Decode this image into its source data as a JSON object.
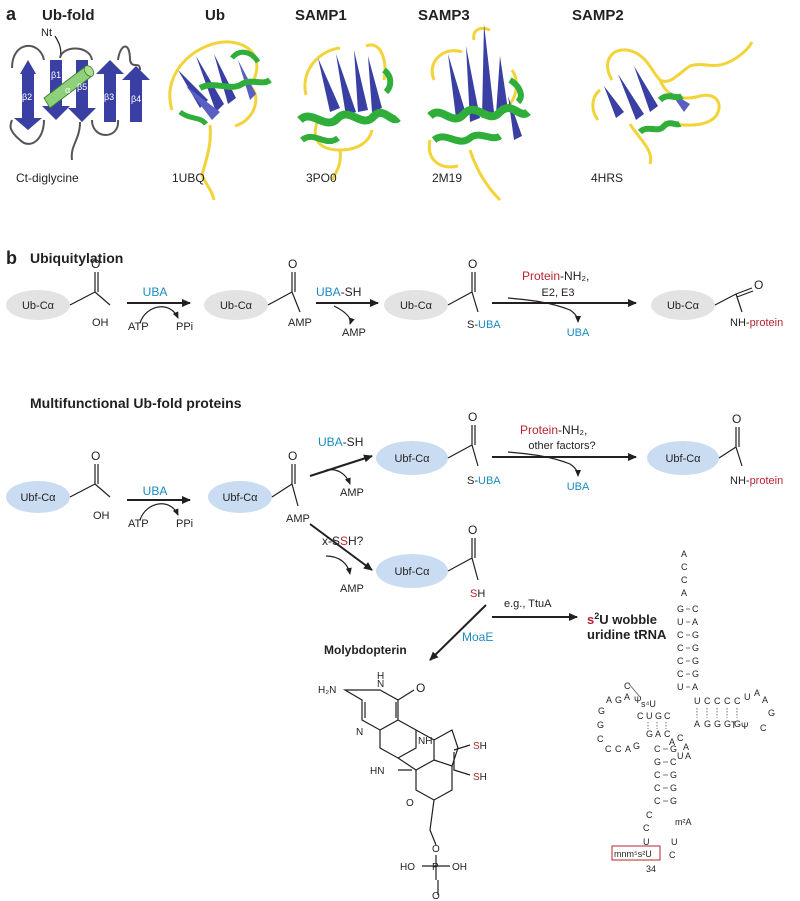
{
  "panel_a": {
    "label": "a",
    "ubfold": {
      "title": "Ub-fold",
      "nt": "Nt",
      "ct": "Ct-diglycine",
      "strands": [
        "β2",
        "β1",
        "β5",
        "β3",
        "β4"
      ],
      "alpha": "α"
    },
    "structures": [
      {
        "title": "Ub",
        "pdb": "1UBQ"
      },
      {
        "title": "SAMP1",
        "pdb": "3PO0"
      },
      {
        "title": "SAMP3",
        "pdb": "2M19"
      },
      {
        "title": "SAMP2",
        "pdb": "4HRS"
      }
    ],
    "colors": {
      "strand": "#3a3fa4",
      "helix": "#2fae3a",
      "loop": "#f2d33a",
      "cylinder": "#8fd07a"
    }
  },
  "panel_b": {
    "label": "b",
    "ubiquitylation": {
      "title": "Ubiquitylation",
      "node1": {
        "oval": "Ub-Cα",
        "o": "O",
        "oh": "OH"
      },
      "step1": {
        "enzyme": "UBA",
        "in": "ATP",
        "out": "PPi"
      },
      "node2": {
        "oval": "Ub-Cα",
        "o": "O",
        "sub": "AMP"
      },
      "step2": {
        "enzyme": "UBA",
        "enzyme_suffix": "-SH",
        "out": "AMP"
      },
      "node3": {
        "oval": "Ub-Cα",
        "o": "O",
        "s_prefix": "S-",
        "s_enzyme": "UBA"
      },
      "step3": {
        "reagent": "Protein",
        "reagent_suffix": "-NH₂,",
        "cofactors": "E2, E3",
        "out": "UBA"
      },
      "node4": {
        "oval": "Ub-Cα",
        "o": "O",
        "nh_prefix": "NH-",
        "nh_protein": "protein"
      }
    },
    "multifunctional": {
      "title": "Multifunctional  Ub-fold proteins",
      "node1": {
        "oval": "Ubf-Cα",
        "o": "O",
        "oh": "OH"
      },
      "step1": {
        "enzyme": "UBA",
        "in": "ATP",
        "out": "PPi"
      },
      "node2": {
        "oval": "Ubf-Cα",
        "o": "O",
        "sub": "AMP"
      },
      "upper_step": {
        "enzyme": "UBA",
        "enzyme_suffix": "-SH",
        "out": "AMP"
      },
      "node3": {
        "oval": "Ubf-Cα",
        "o": "O",
        "s_prefix": "S-",
        "s_enzyme": "UBA"
      },
      "step3": {
        "reagent": "Protein",
        "reagent_suffix": "-NH₂,",
        "cofactors": "other factors?",
        "out": "UBA"
      },
      "node4": {
        "oval": "Ubf-Cα",
        "o": "O",
        "nh_prefix": "NH-",
        "nh_protein": "protein"
      },
      "lower_step": {
        "pre": "x-S",
        "red": "S",
        "post": "H?",
        "out": "AMP"
      },
      "node5": {
        "oval": "Ubf-Cα",
        "o": "O",
        "s": "S",
        "h": "H"
      },
      "moae": "MoaE",
      "molybdopterin": {
        "title": "Molybdopterin",
        "labels": {
          "h2n": "H₂N",
          "n_a": "N",
          "h_a": "H",
          "n_b": "N",
          "o_carbonyl": "O",
          "nh_top": "NH",
          "hn_bot": "HN",
          "o_ring": "O",
          "sh1_s": "S",
          "sh1_h": "H",
          "sh2_s": "S",
          "sh2_h": "H",
          "o_link": "O",
          "p": "P",
          "oh_right": "OH",
          "ho_left": "HO",
          "o_top": "O",
          "o_bot": "O"
        }
      },
      "ttua": "e.g., TtuA",
      "trna": {
        "title_s": "s",
        "title_sup": "2",
        "title_rest": "U wobble",
        "title_line2": "uridine tRNA",
        "acceptor_tail": [
          "A",
          "C",
          "C",
          "A"
        ],
        "acceptor_pairs": [
          [
            "G",
            "C"
          ],
          [
            "U",
            "A"
          ],
          [
            "C",
            "G"
          ],
          [
            "C",
            "G"
          ],
          [
            "C",
            "G"
          ],
          [
            "C",
            "G"
          ],
          [
            "U",
            "A"
          ]
        ],
        "c_label": "C",
        "s4u": "s⁴U",
        "d_loop": [
          "A",
          "G",
          "A",
          "Ψ",
          "G",
          "G",
          "C",
          "C",
          "C",
          "A",
          "G"
        ],
        "d_stem_top": [
          "C",
          "U",
          "G",
          "C"
        ],
        "d_stem_bot": [
          "G",
          "A",
          "C"
        ],
        "d_a": "A",
        "t_stem_top": [
          "U",
          "C",
          "C",
          "C",
          "C"
        ],
        "t_loop": [
          "U",
          "A",
          "A",
          "G",
          "C",
          "Ψ",
          "T"
        ],
        "t_stem_bot": [
          "A",
          "G",
          "G",
          "G",
          "G"
        ],
        "ca": [
          "C",
          "A"
        ],
        "ua": [
          "U",
          "A"
        ],
        "anti_pairs": [
          [
            "C",
            "G"
          ],
          [
            "G",
            "C"
          ],
          [
            "C",
            "G"
          ],
          [
            "C",
            "G"
          ],
          [
            "C",
            "G"
          ]
        ],
        "anti_c1": "C",
        "anti_c2": "C",
        "m2a": "m²A",
        "u_left": "U",
        "u_right": "U",
        "c_right": "C",
        "mnm": "mnm⁵s²U",
        "pos34": "34"
      }
    }
  }
}
